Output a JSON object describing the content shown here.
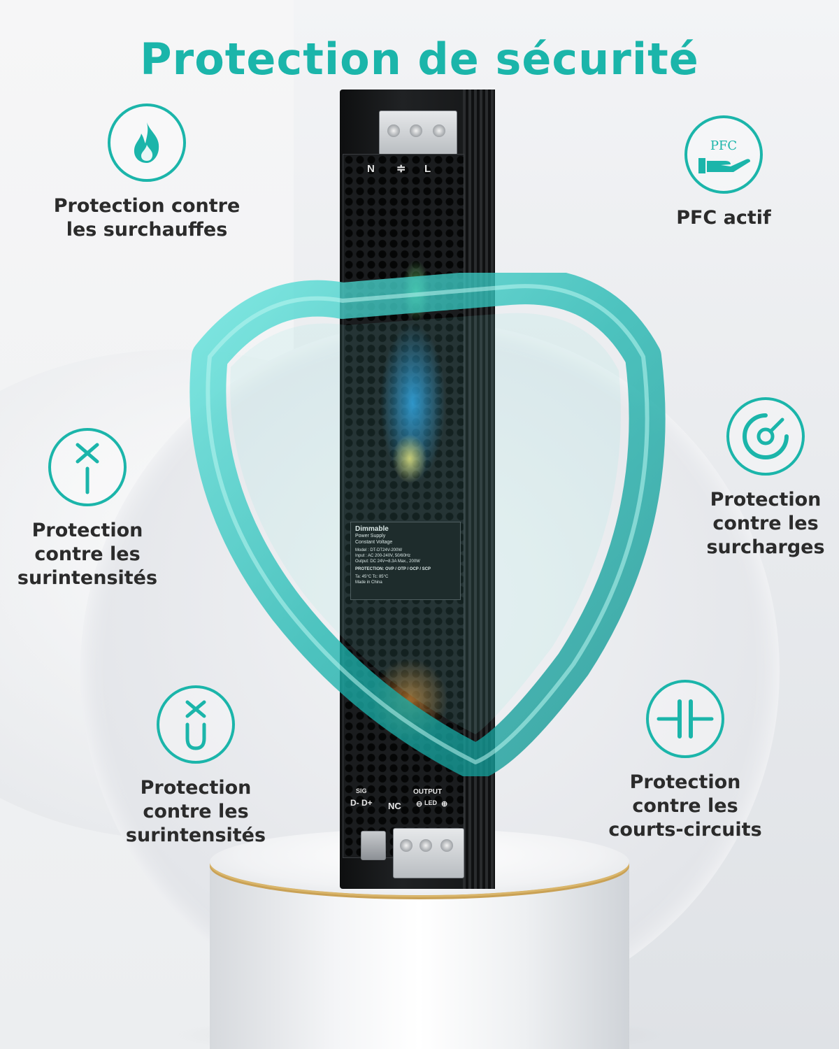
{
  "title": "Protection de sécurité",
  "accent_color": "#1bb5aa",
  "features": [
    {
      "icon": "flame-icon",
      "label": "Protection contre\nles surchauffes"
    },
    {
      "icon": "pfc-hand-icon",
      "label": "PFC actif"
    },
    {
      "icon": "current-x-icon",
      "label": "Protection\ncontre les\nsurintensités"
    },
    {
      "icon": "gauge-icon",
      "label": "Protection\ncontre les\nsurcharges"
    },
    {
      "icon": "voltage-xu-icon",
      "label": "Protection\ncontre les\nsurintensités"
    },
    {
      "icon": "capacitor-icon",
      "label": "Protection\ncontre les\ncourts-circuits"
    }
  ],
  "pfc_icon_text": "PFC",
  "product": {
    "top_terminals": [
      "N",
      "≑",
      "L"
    ],
    "label_title": "Dimmable",
    "label_subtitle": "Power Supply",
    "label_mode": "Constant Voltage",
    "spec_model": "Model : DT-DT24V-200W",
    "spec_input": "Input   : AC 200-240V,  50/60Hz",
    "spec_output": "Output: DC 24V⎓8.3A Max., 200W",
    "spec_protection": "PROTECTION: OVP / OTP / OCP / SCP",
    "temp": "Ta: 45°C  Tc: 85°C",
    "made_in": "Made in China",
    "sig_label": "SIG",
    "sig_pins": "D-  D+",
    "nc_label": "NC",
    "output_label": "OUTPUT",
    "led_label": "LED"
  }
}
